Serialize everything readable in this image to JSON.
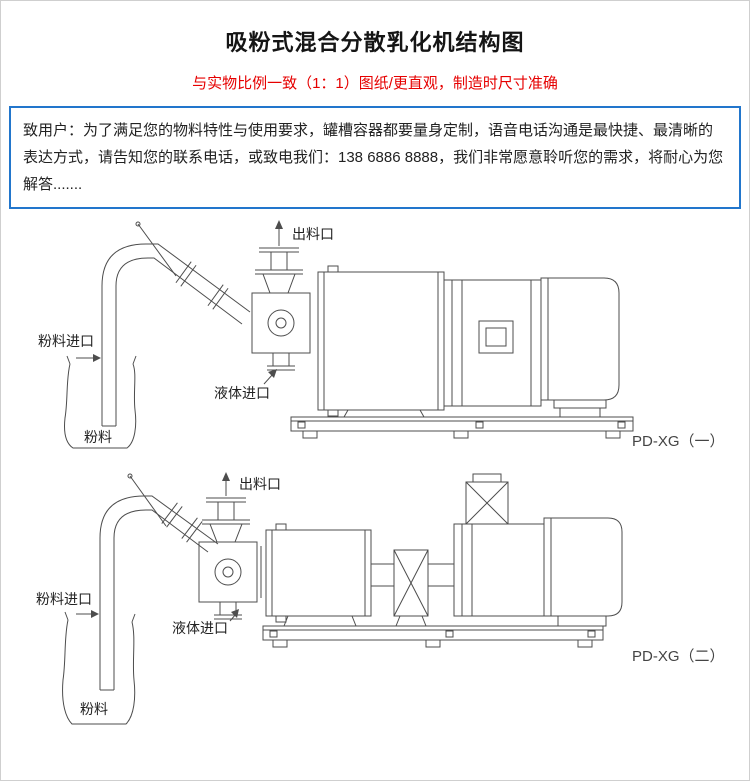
{
  "header": {
    "title": "吸粉式混合分散乳化机结构图",
    "subtitle": "与实物比例一致（1：1）图纸/更直观，制造时尺寸准确"
  },
  "notice": {
    "text": "致用户：为了满足您的物料特性与使用要求，罐槽容器都要量身定制，语音电话沟通是最快捷、最清晰的表达方式，请告知您的联系电话，或致电我们：138 6886 8888，我们非常愿意聆听您的需求，将耐心为您解答......."
  },
  "diagram1": {
    "labels": {
      "outlet": "出料口",
      "powder_inlet": "粉料进口",
      "powder": "粉料",
      "liquid_inlet": "液体进口",
      "model": "PD-XG（一）"
    }
  },
  "diagram2": {
    "labels": {
      "outlet": "出料口",
      "powder_inlet": "粉料进口",
      "powder": "粉料",
      "liquid_inlet": "液体进口",
      "model": "PD-XG（二）"
    }
  },
  "colors": {
    "subtitle_red": "#e60000",
    "notice_border_blue": "#2276cc",
    "drawing_line": "#4d4d4d"
  }
}
